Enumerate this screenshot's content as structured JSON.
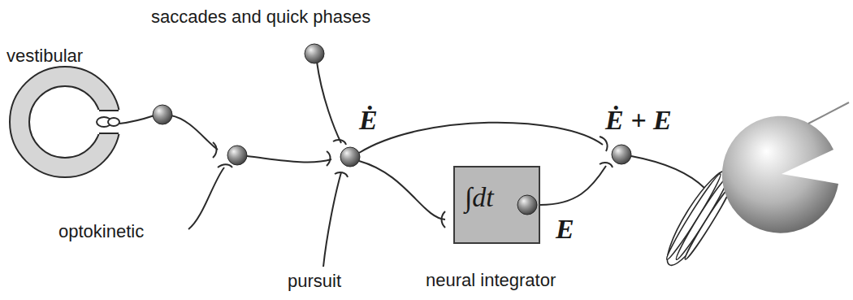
{
  "diagram": {
    "nodes": [
      {
        "text": [
          "∫dt",
          "neural integrator"
        ]
      }
    ],
    "labels": [
      "saccades and quick phases",
      "vestibular",
      "Ė",
      "Ė + E",
      "optokinetic",
      "E",
      "pursuit"
    ]
  }
}
